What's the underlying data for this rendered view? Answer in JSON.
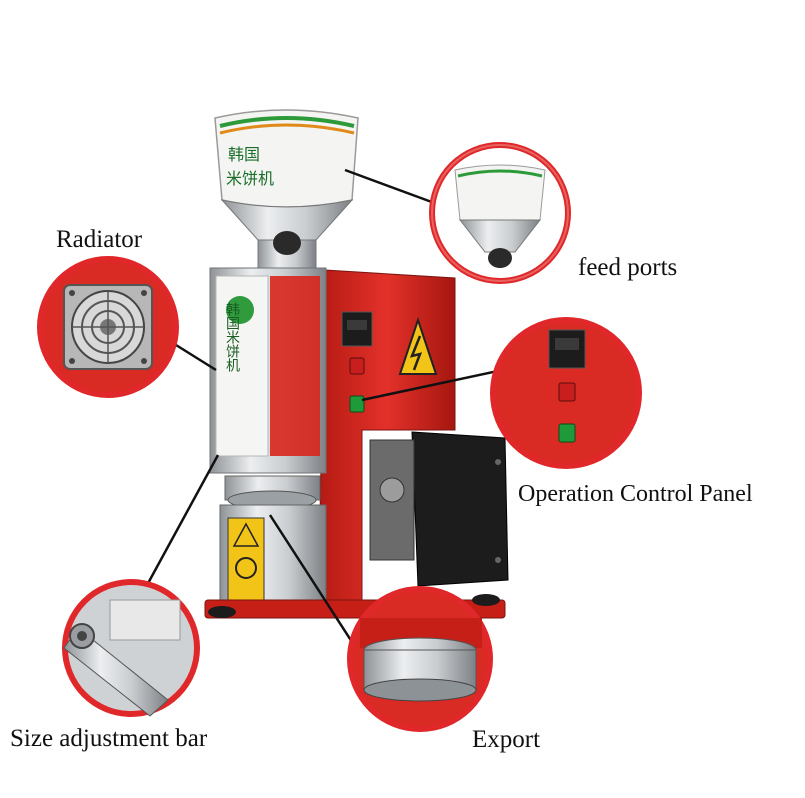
{
  "labels": {
    "radiator": "Radiator",
    "feed_ports": "feed ports",
    "operation_control_panel": "Operation Control Panel",
    "size_adjustment_bar": "Size adjustment bar",
    "export": "Export"
  },
  "machine_text": {
    "hopper_label_line1": "韩国",
    "hopper_label_line2": "米饼机",
    "column_label": "韩国米饼机"
  },
  "colors": {
    "machine_red": "#d8261c",
    "callout_ring": "#e0282a",
    "steel": "#bfc3c6",
    "panel_black": "#1c1c1c",
    "switch_red": "#c81e1e",
    "switch_green": "#1f9a3a",
    "warning_yellow": "#f2c418"
  },
  "icons": {
    "warning": "high-voltage-warning-icon",
    "fan": "fan-icon"
  }
}
